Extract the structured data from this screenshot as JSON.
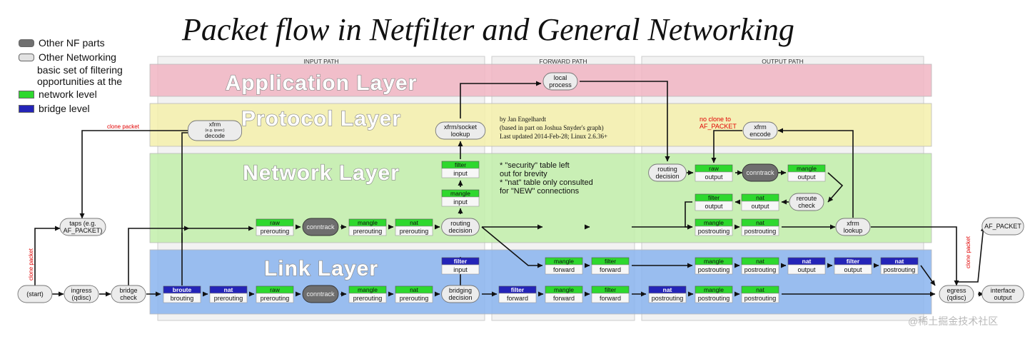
{
  "title": "Packet flow in Netfilter and General Networking",
  "legend": [
    {
      "label": "Other NF parts",
      "kind": "pill",
      "color": "#707070"
    },
    {
      "label": "Other Networking",
      "kind": "pill",
      "color": "#e2e2e2"
    },
    {
      "label": "basic set of filtering",
      "kind": "text"
    },
    {
      "label": "opportunities at the",
      "kind": "text"
    },
    {
      "label": "network level",
      "kind": "swatch",
      "color": "#2ed82e"
    },
    {
      "label": "bridge level",
      "kind": "swatch",
      "color": "#2424b8"
    }
  ],
  "paths": [
    {
      "id": "input-path",
      "label": "INPUT PATH"
    },
    {
      "id": "forward-path",
      "label": "FORWARD PATH"
    },
    {
      "id": "output-path",
      "label": "OUTPUT PATH"
    }
  ],
  "layers": [
    {
      "id": "application",
      "label": "Application Layer",
      "color": "#f1b5c3"
    },
    {
      "id": "protocol",
      "label": "Protocol Layer",
      "color": "#f4f0ac"
    },
    {
      "id": "network",
      "label": "Network Layer",
      "color": "#c2eeaa"
    },
    {
      "id": "link",
      "label": "Link Layer",
      "color": "#8ab4ee"
    }
  ],
  "credit": [
    "by Jan Engelhardt",
    "(based in part on Joshua Snyder's graph)",
    "Last updated 2014-Feb-28; Linux 2.6.36+"
  ],
  "notes": [
    "* \"security\" table left",
    "   out for brevity",
    "* \"nat\" table only consulted",
    "   for \"NEW\" connections"
  ],
  "annotations": {
    "clone_packet": "clone packet",
    "no_clone_1": "no clone to",
    "no_clone_2": "AF_PACKET"
  },
  "nodes": [
    {
      "id": "start",
      "kind": "gray",
      "lines": [
        "(start)"
      ]
    },
    {
      "id": "ingress-qdisc",
      "kind": "gray",
      "lines": [
        "ingress",
        "(qdisc)"
      ]
    },
    {
      "id": "bridge-check",
      "kind": "gray",
      "lines": [
        "bridge",
        "check"
      ]
    },
    {
      "id": "broute-brouting",
      "kind": "table",
      "color": "bridge",
      "table": "broute",
      "chain": "brouting"
    },
    {
      "id": "link-nat-prerouting",
      "kind": "table",
      "color": "bridge",
      "table": "nat",
      "chain": "prerouting"
    },
    {
      "id": "link-raw-prerouting",
      "kind": "table",
      "color": "network",
      "table": "raw",
      "chain": "prerouting"
    },
    {
      "id": "link-conntrack",
      "kind": "dark",
      "lines": [
        "conntrack"
      ]
    },
    {
      "id": "link-mangle-prerouting",
      "kind": "table",
      "color": "network",
      "table": "mangle",
      "chain": "prerouting"
    },
    {
      "id": "link-nat-prerouting2",
      "kind": "table",
      "color": "network",
      "table": "nat",
      "chain": "prerouting"
    },
    {
      "id": "bridging-decision",
      "kind": "gray",
      "lines": [
        "bridging",
        "decision"
      ]
    },
    {
      "id": "link-filter-input",
      "kind": "table",
      "color": "bridge",
      "table": "filter",
      "chain": "input"
    },
    {
      "id": "link-filter-forward-br",
      "kind": "table",
      "color": "bridge",
      "table": "filter",
      "chain": "forward"
    },
    {
      "id": "link-mangle-forward",
      "kind": "table",
      "color": "network",
      "table": "mangle",
      "chain": "forward"
    },
    {
      "id": "link-filter-forward",
      "kind": "table",
      "color": "network",
      "table": "filter",
      "chain": "forward"
    },
    {
      "id": "fwd-mangle-forward-mid",
      "kind": "table",
      "color": "network",
      "table": "mangle",
      "chain": "forward"
    },
    {
      "id": "fwd-filter-forward-mid",
      "kind": "table",
      "color": "network",
      "table": "filter",
      "chain": "forward"
    },
    {
      "id": "link-nat-postrouting-br",
      "kind": "table",
      "color": "bridge",
      "table": "nat",
      "chain": "postrouting"
    },
    {
      "id": "link-mangle-postrouting",
      "kind": "table",
      "color": "network",
      "table": "mangle",
      "chain": "postrouting"
    },
    {
      "id": "link-nat-postrouting",
      "kind": "table",
      "color": "network",
      "table": "nat",
      "chain": "postrouting"
    },
    {
      "id": "out2-mangle-postrouting",
      "kind": "table",
      "color": "network",
      "table": "mangle",
      "chain": "postrouting"
    },
    {
      "id": "out2-nat-postrouting",
      "kind": "table",
      "color": "network",
      "table": "nat",
      "chain": "postrouting"
    },
    {
      "id": "br-nat-output",
      "kind": "table",
      "color": "bridge",
      "table": "nat",
      "chain": "output"
    },
    {
      "id": "br-filter-output",
      "kind": "table",
      "color": "bridge",
      "table": "filter",
      "chain": "output"
    },
    {
      "id": "br-nat-postrouting",
      "kind": "table",
      "color": "bridge",
      "table": "nat",
      "chain": "postrouting"
    },
    {
      "id": "egress-qdisc",
      "kind": "gray",
      "lines": [
        "egress",
        "(qdisc)"
      ]
    },
    {
      "id": "interface-output",
      "kind": "gray",
      "lines": [
        "interface",
        "output"
      ]
    },
    {
      "id": "af-packet-out",
      "kind": "gray",
      "lines": [
        "AF_PACKET"
      ]
    },
    {
      "id": "taps",
      "kind": "gray",
      "lines": [
        "taps (e.g.",
        "AF_PACKET)"
      ]
    },
    {
      "id": "xfrm-decode",
      "kind": "gray",
      "lines": [
        "xfrm",
        "(e.g. ipsec)",
        "decode"
      ]
    },
    {
      "id": "net-raw-prerouting",
      "kind": "table",
      "color": "network",
      "table": "raw",
      "chain": "prerouting"
    },
    {
      "id": "net-conntrack",
      "kind": "dark",
      "lines": [
        "conntrack"
      ]
    },
    {
      "id": "net-mangle-prerouting",
      "kind": "table",
      "color": "network",
      "table": "mangle",
      "chain": "prerouting"
    },
    {
      "id": "net-nat-prerouting",
      "kind": "table",
      "color": "network",
      "table": "nat",
      "chain": "prerouting"
    },
    {
      "id": "routing-decision-in",
      "kind": "gray",
      "lines": [
        "routing",
        "decision"
      ]
    },
    {
      "id": "net-mangle-input",
      "kind": "table",
      "color": "network",
      "table": "mangle",
      "chain": "input"
    },
    {
      "id": "net-filter-input",
      "kind": "table",
      "color": "network",
      "table": "filter",
      "chain": "input"
    },
    {
      "id": "xfrm-socket-lookup",
      "kind": "gray",
      "lines": [
        "xfrm/socket",
        "lookup"
      ]
    },
    {
      "id": "local-process",
      "kind": "gray",
      "lines": [
        "local",
        "process"
      ]
    },
    {
      "id": "routing-decision-out",
      "kind": "gray",
      "lines": [
        "routing",
        "decision"
      ]
    },
    {
      "id": "net-raw-output",
      "kind": "table",
      "color": "network",
      "table": "raw",
      "chain": "output"
    },
    {
      "id": "out-conntrack",
      "kind": "dark",
      "lines": [
        "conntrack"
      ]
    },
    {
      "id": "net-mangle-output",
      "kind": "table",
      "color": "network",
      "table": "mangle",
      "chain": "output"
    },
    {
      "id": "reroute-check",
      "kind": "gray",
      "lines": [
        "reroute",
        "check"
      ]
    },
    {
      "id": "net-filter-output",
      "kind": "table",
      "color": "network",
      "table": "filter",
      "chain": "output"
    },
    {
      "id": "net-nat-output",
      "kind": "table",
      "color": "network",
      "table": "nat",
      "chain": "output"
    },
    {
      "id": "net-mangle-postrouting",
      "kind": "table",
      "color": "network",
      "table": "mangle",
      "chain": "postrouting"
    },
    {
      "id": "net-nat-postrouting",
      "kind": "table",
      "color": "network",
      "table": "nat",
      "chain": "postrouting"
    },
    {
      "id": "xfrm-lookup",
      "kind": "gray",
      "lines": [
        "xfrm",
        "lookup"
      ]
    },
    {
      "id": "xfrm-encode",
      "kind": "gray",
      "lines": [
        "xfrm",
        "encode"
      ]
    }
  ],
  "watermark": "@稀土掘金技术社区"
}
